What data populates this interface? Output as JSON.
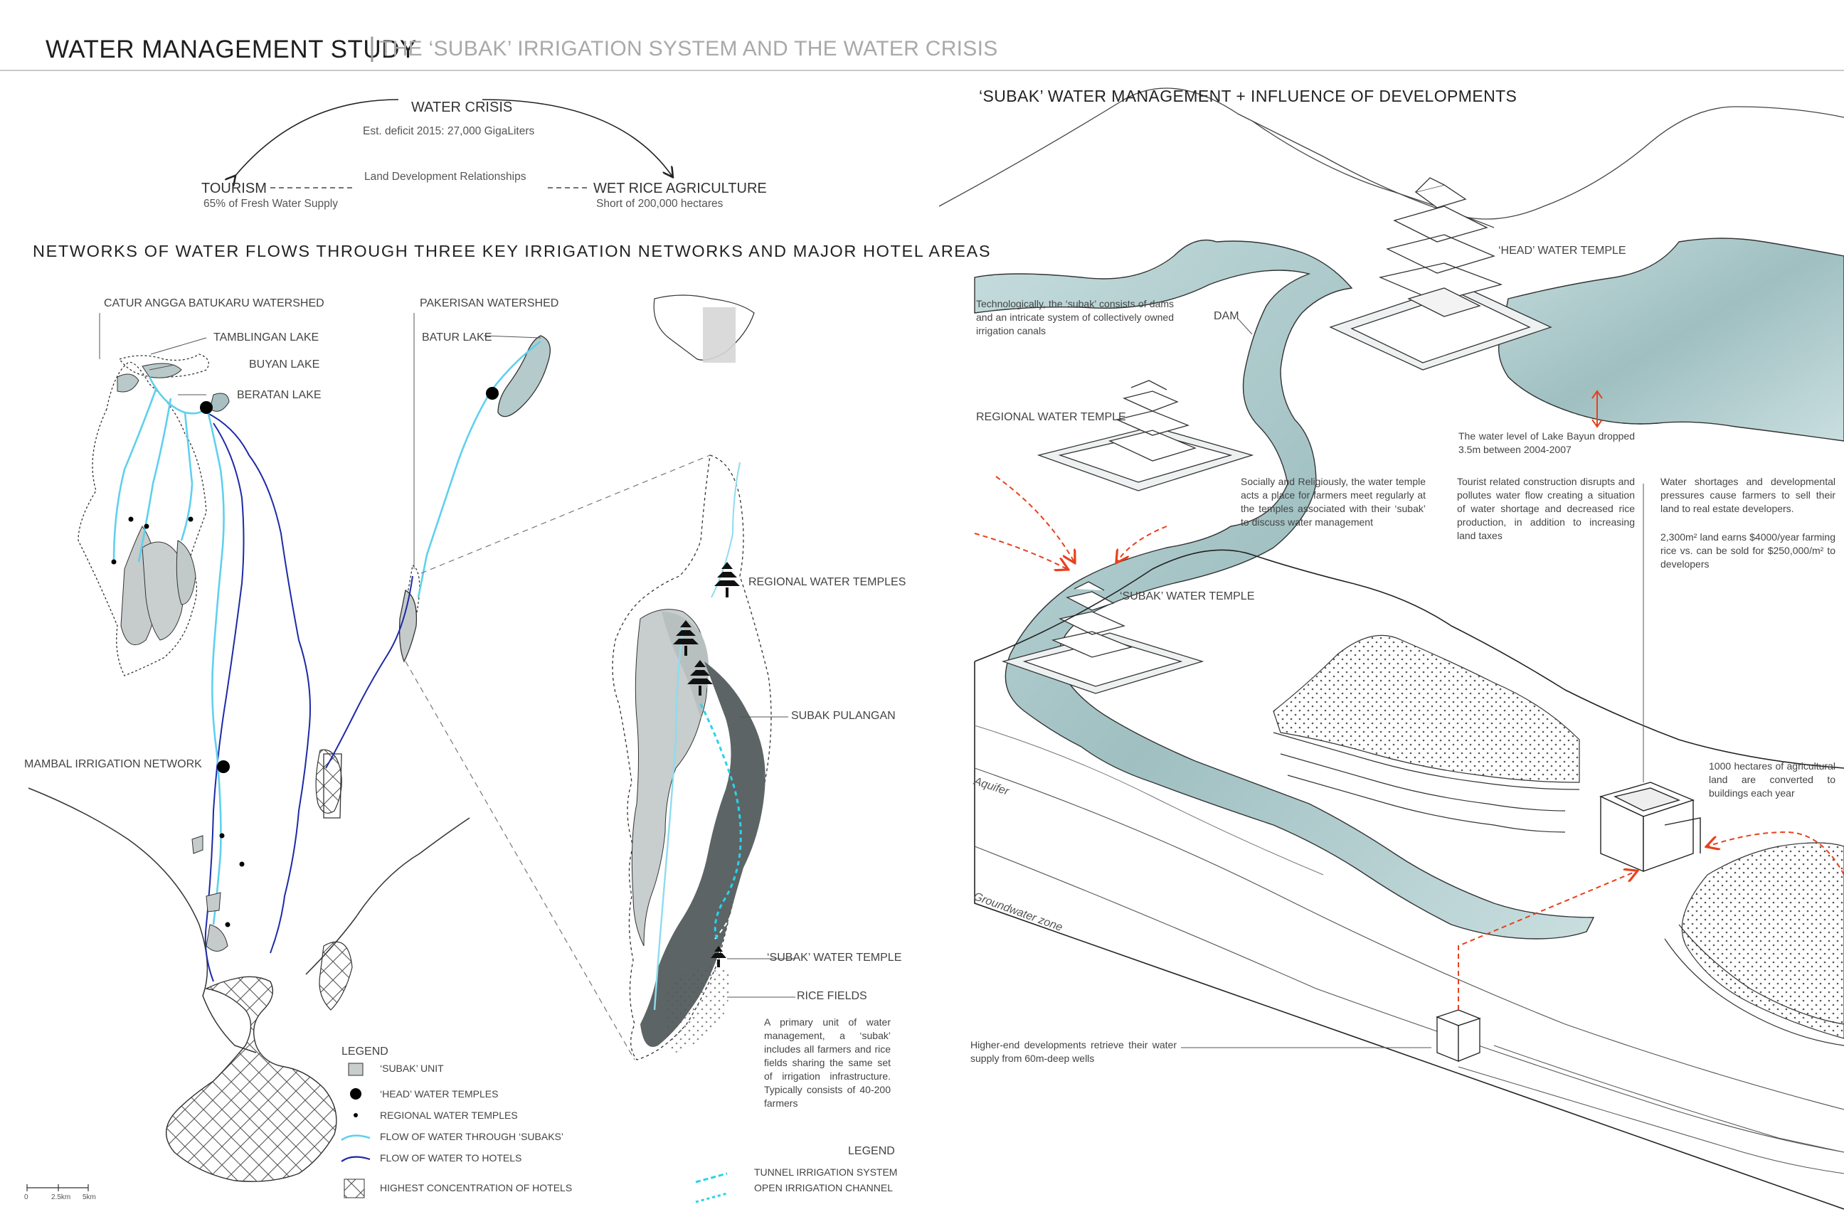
{
  "header": {
    "title": "WATER MANAGEMENT STUDY",
    "separator": "|",
    "subtitle": "THE ‘SUBAK’ IRRIGATION SYSTEM AND THE WATER CRISIS"
  },
  "crisis": {
    "center_title": "WATER CRISIS",
    "center_sub": "Est. deficit 2015: 27,000 GigaLiters",
    "left_title": "TOURISM",
    "left_sub": "65% of Fresh Water Supply",
    "middle": "Land Development Relationships",
    "right_title": "WET RICE AGRICULTURE",
    "right_sub": "Short of 200,000 hectares"
  },
  "networks": {
    "title": "NETWORKS OF WATER FLOWS THROUGH THREE KEY IRRIGATION NETWORKS AND MAJOR HOTEL AREAS",
    "labels": {
      "catur": "CATUR ANGGA BATUKARU WATERSHED",
      "tamblingan": "TAMBLINGAN LAKE",
      "buyan": "BUYAN LAKE",
      "beratan": "BERATAN LAKE",
      "pakerisan": "PAKERISAN WATERSHED",
      "batur": "BATUR LAKE",
      "mambal": "MAMBAL IRRIGATION NETWORK",
      "regional_temples": "REGIONAL WATER TEMPLES",
      "subak_pulangan": "SUBAK PULANGAN",
      "subak_temple": "‘SUBAK’ WATER TEMPLE",
      "rice_fields": "RICE FIELDS"
    },
    "rice_note": "A primary unit of water management, a ‘subak’ includes all farmers and rice fields sharing the same set of irrigation infrastructure. Typically consists of 40-200 farmers",
    "legend": {
      "title": "LEGEND",
      "items": [
        "‘SUBAK’ UNIT",
        "‘HEAD’ WATER TEMPLES",
        "REGIONAL WATER TEMPLES",
        "FLOW OF WATER THROUGH ‘SUBAKS’",
        "FLOW OF WATER TO HOTELS",
        "HIGHEST CONCENTRATION OF HOTELS"
      ]
    },
    "legend2": {
      "title": "LEGEND",
      "items": [
        "TUNNEL IRRIGATION SYSTEM",
        "OPEN IRRIGATION CHANNEL"
      ]
    },
    "scale": [
      "0",
      "2.5km",
      "5km"
    ]
  },
  "subak": {
    "title": "‘SUBAK’ WATER MANAGEMENT + INFLUENCE OF DEVELOPMENTS",
    "labels": {
      "head_temple": "‘HEAD’ WATER TEMPLE",
      "dam": "DAM",
      "regional_temple": "REGIONAL WATER TEMPLE",
      "subak_temple": "‘SUBAK’ WATER TEMPLE",
      "aquifer": "Aquifer",
      "groundwater": "Groundwater zone"
    },
    "notes": {
      "tech": "Technologically, the ‘subak’ consists of dams and an intricate system of collectively owned irrigation canals",
      "lake": "The water level of Lake Bayun dropped 3.5m between 2004-2007",
      "social": "Socially and Religiously, the water temple acts a place for farmers meet regularly at the temples associated with their ‘subak’ to discuss water management",
      "tourist": "Tourist related construction disrupts and pollutes water flow creating a situation of water shortage and decreased rice production, in addition to increasing land taxes",
      "shortage": "Water shortages and developmental pressures cause farmers to sell their land to real estate developers.",
      "land": "2,300m² land earns $4000/year farming rice vs. can be sold for $250,000/m² to developers",
      "hectares": "1000 hectares of agricultural land are converted to buildings each year",
      "wells": "Higher-end developments retrieve their water supply from 60m-deep wells"
    }
  },
  "colors": {
    "subak_flow": "#5fd0ee",
    "hotel_flow": "#1d2aa8",
    "water": "#a9c6c8",
    "arrow_red": "#e8401c",
    "subak_unit": "#c8cdcd",
    "dark_subak": "#5d6465"
  }
}
